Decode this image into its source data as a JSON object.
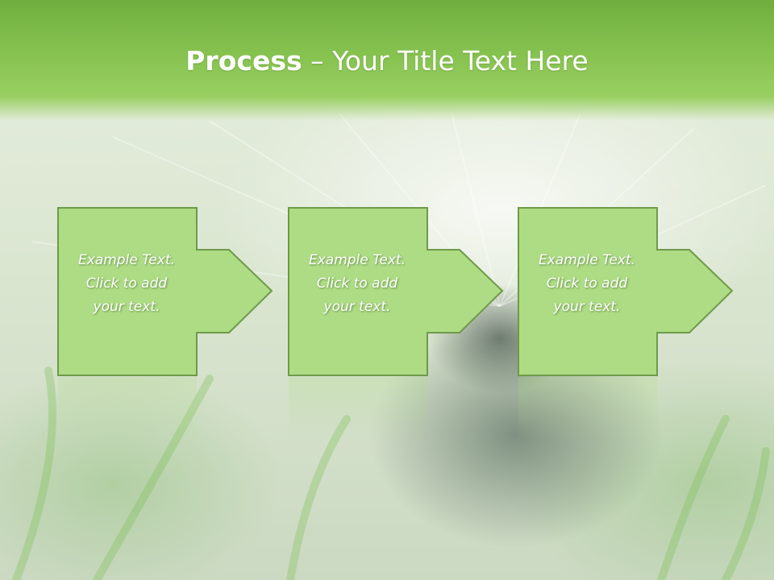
{
  "title": {
    "bold": "Process",
    "sep": " – ",
    "rest": "Your Title Text Here"
  },
  "steps": [
    {
      "text": "Example Text.\nClick  to add\nyour text."
    },
    {
      "text": "Example Text.\nClick  to add\nyour text."
    },
    {
      "text": "Example Text.\nClick  to add\nyour text."
    }
  ],
  "colors": {
    "header": "#86c24f",
    "box_fill": "#addc84",
    "box_stroke": "#6f9a4a"
  }
}
